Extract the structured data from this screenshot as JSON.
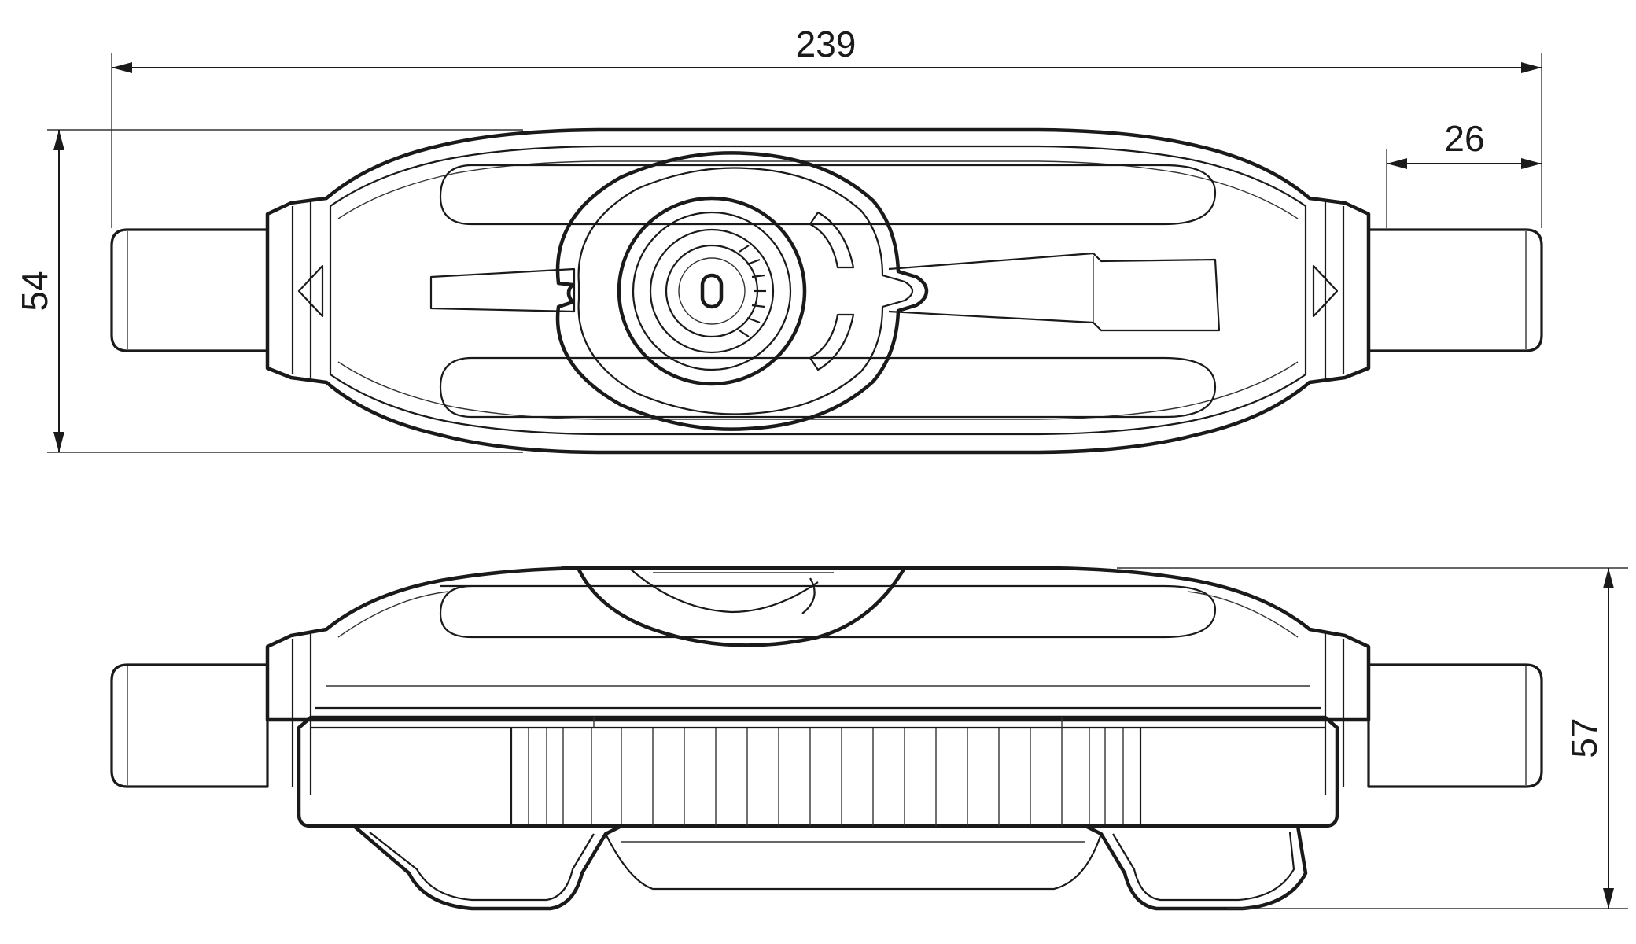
{
  "dimensions": {
    "overall_length": "239",
    "cable_end_length": "26",
    "top_view_height": "54",
    "side_view_height": "57"
  }
}
